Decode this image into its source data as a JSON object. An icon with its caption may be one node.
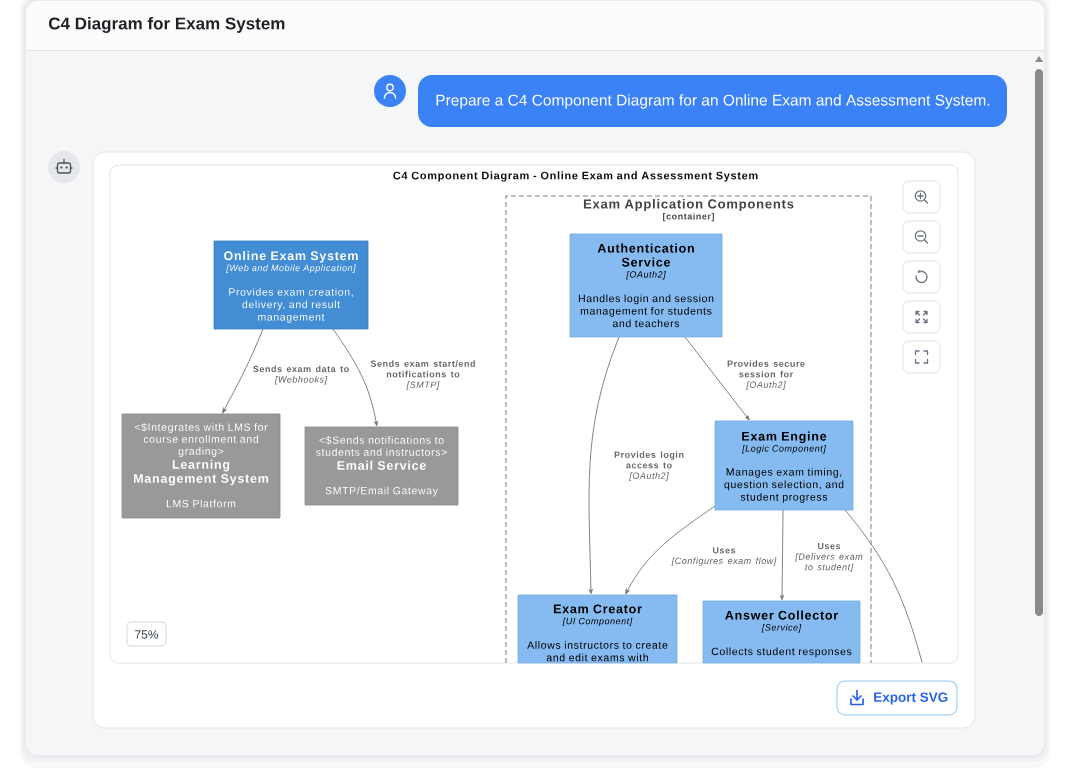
{
  "diagram": {
    "title": "C4 Component Diagram - Online Exam and Assessment System",
    "nodes": [
      {
        "text": [
          "Online Exam System",
          "[Web and Mobile Application]",
          "Provides exam creation, delivery, and result management"
        ]
      },
      {
        "text": [
          "<$Integrates with LMS for course enrollment and grading>",
          "Learning Management System",
          "LMS Platform"
        ]
      },
      {
        "text": [
          "<$Sends notifications to students and instructors>",
          "Email Service",
          "SMTP/Email Gateway"
        ]
      },
      {
        "text": [
          "Exam Application Components",
          "[container]"
        ]
      },
      {
        "text": [
          "Authentication Service",
          "[OAuth2]",
          "Handles login and session management for students and teachers"
        ],
        "in": 3
      },
      {
        "text": [
          "Exam Engine",
          "[Logic Component]",
          "Manages exam timing, question selection, and student progress"
        ],
        "in": 3
      },
      {
        "text": [
          "Exam Creator",
          "[UI Component]",
          "Allows instructors to create and edit exams with"
        ],
        "in": 3
      },
      {
        "text": [
          "Answer Collector",
          "[Service]",
          "Collects student responses"
        ],
        "in": 3
      }
    ],
    "edges": [
      {
        "from": 0,
        "to": 1,
        "arrow": "to",
        "label": "Sends exam data to *[Webhooks]*"
      },
      {
        "from": 0,
        "to": 2,
        "arrow": "to",
        "label": "Sends exam start/end notifications to *[SMTP]*"
      },
      {
        "from": 4,
        "to": 5,
        "arrow": "to",
        "label": "Provides secure session for *[OAuth2]*"
      },
      {
        "from": 4,
        "to": 6,
        "arrow": "to",
        "label": "Provides login access to *[OAuth2]*"
      },
      {
        "from": 5,
        "to": 6,
        "arrow": "to",
        "label": "Uses *[Configures exam flow]*"
      },
      {
        "from": 5,
        "to": 7,
        "arrow": "to",
        "label": "Uses *[Delivers exam to student]*"
      },
      {
        "from": 5,
        "to": null,
        "arrow": "none"
      }
    ],
    "labels": [
      "C4 Diagram for Exam System",
      "Prepare a C4 Component Diagram for an Online Exam and Assessment System.",
      "75%",
      "Export SVG"
    ]
  }
}
